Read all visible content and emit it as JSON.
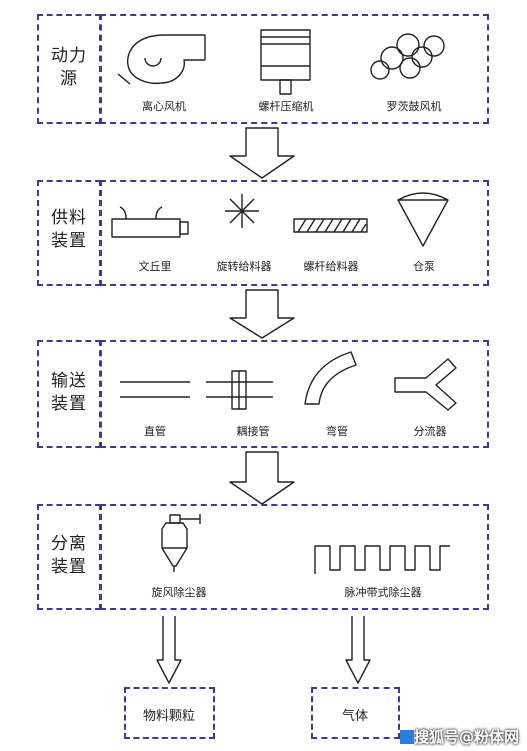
{
  "stages": [
    {
      "label": "动力源",
      "items": [
        "离心风机",
        "螺杆压缩机",
        "罗茨鼓风机"
      ]
    },
    {
      "label": "供料装置",
      "items": [
        "文丘里",
        "旋转给料器",
        "螺杆给料器",
        "仓泵"
      ]
    },
    {
      "label": "输送装置",
      "items": [
        "直管",
        "耦接管",
        "弯管",
        "分流器"
      ]
    },
    {
      "label": "分离装置",
      "items": [
        "旋风除尘器",
        "脉冲带式除尘器"
      ]
    }
  ],
  "outputs": [
    "物料颗粒",
    "气体"
  ],
  "watermark": "搜狐号@粉体网",
  "colors": {
    "border": "#3a3a9a",
    "line": "#222222"
  }
}
